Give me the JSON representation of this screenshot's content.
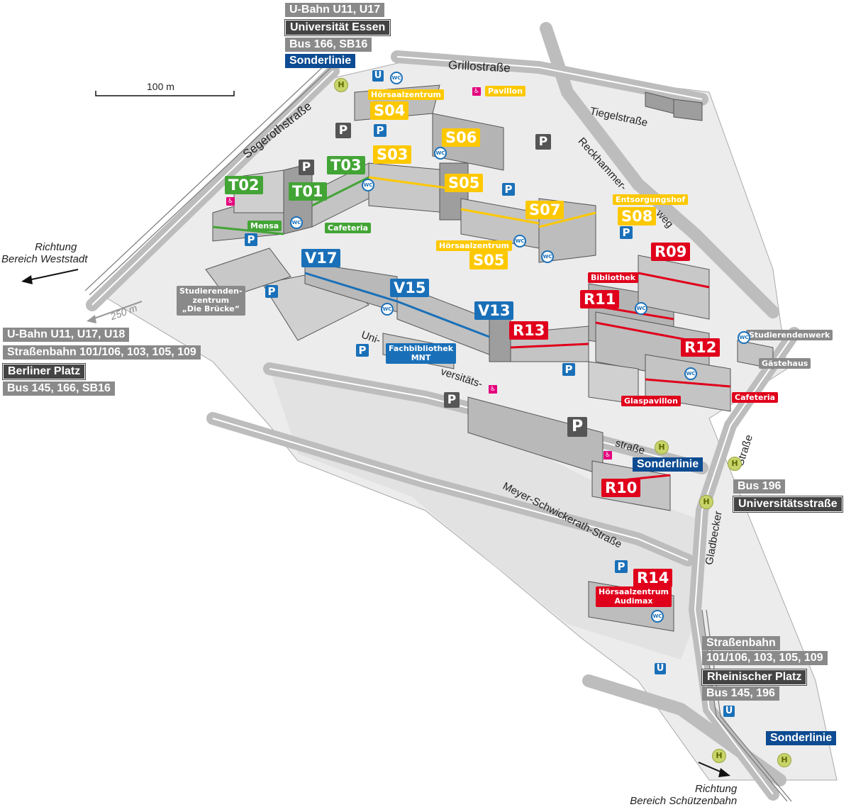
{
  "transit_top": {
    "line1": "U-Bahn U11, U17",
    "line2": "Universität Essen",
    "line3": "Bus 166, SB16",
    "line4": "Sonderlinie"
  },
  "transit_left": {
    "line1": "U-Bahn U11, U17, U18",
    "line2": "Straßenbahn 101/106, 103, 105, 109",
    "line3": "Berliner Platz",
    "line4": "Bus 145, 166, SB16"
  },
  "transit_right": {
    "line1": "Bus 196",
    "line2": "Universitätsstraße"
  },
  "transit_bottom": {
    "line1": "Straßenbahn",
    "line2": "101/106, 103, 105, 109",
    "line3": "Rheinischer Platz",
    "line4": "Bus 145, 196",
    "line5": "Sonderlinie"
  },
  "sonderlinie_mid": "Sonderlinie",
  "scale": "100 m",
  "distance_250": "250 m",
  "direction_west": {
    "line1": "Richtung",
    "line2": "Bereich Weststadt"
  },
  "direction_south": {
    "line1": "Richtung",
    "line2": "Bereich Schützenbahn"
  },
  "streets": {
    "grillo": "Grillostraße",
    "tiegel": "Tiegelstraße",
    "segeroth": "Segerothstraße",
    "reckhammer1": "Reckhammer-",
    "reckhammer2": "weg",
    "uni1": "Uni-",
    "uni2": "versitäts-",
    "uni3": "straße",
    "meyer": "Meyer-Schwickerath-Straße",
    "gladbecker1": "Gladbecker",
    "gladbecker2": "Straße"
  },
  "buildings": {
    "T01": "T01",
    "T02": "T02",
    "T03": "T03",
    "S03": "S03",
    "S04": "S04",
    "S05a": "S05",
    "S05b": "S05",
    "S06": "S06",
    "S07": "S07",
    "S08": "S08",
    "V13": "V13",
    "V15": "V15",
    "V17": "V17",
    "R09": "R09",
    "R10": "R10",
    "R11": "R11",
    "R12": "R12",
    "R13": "R13",
    "R14": "R14"
  },
  "facilities": {
    "mensa": "Mensa",
    "cafeteria_t": "Cafeteria",
    "hoersaal_s04": "Hörsaalzentrum",
    "pavillon": "Pavillon",
    "entsorgungshof": "Entsorgungshof",
    "hoersaal_s05": "Hörsaalzentrum",
    "bibliothek": "Bibliothek",
    "fachbibliothek1": "Fachbibliothek",
    "fachbibliothek2": "MNT",
    "glaspavillon": "Glaspavillon",
    "cafeteria_r": "Cafeteria",
    "studierendenwerk": "Studierendenwerk",
    "gaestehaus": "Gästehaus",
    "bruecke1": "Studierenden-",
    "bruecke2": "zentrum",
    "bruecke3": "„Die Brücke“",
    "audimax1": "Hörsaalzentrum",
    "audimax2": "Audimax"
  },
  "symbols": {
    "parking": "P",
    "ubahn": "U",
    "bus": "H",
    "wc": "WC",
    "access": "♿"
  }
}
